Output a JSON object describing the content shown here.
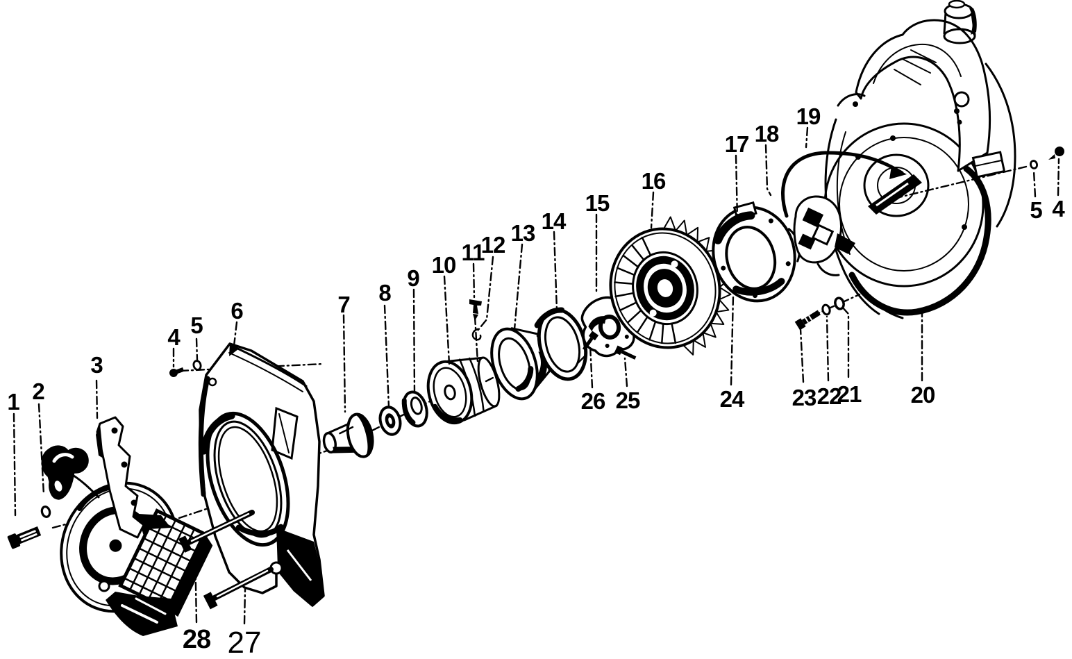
{
  "palette": {
    "paper": "#ffffff",
    "ink": "#000000"
  },
  "diagram": {
    "kind": "exploded-parts-diagram",
    "callouts": [
      {
        "id": "callout-1",
        "number": "1"
      },
      {
        "id": "callout-2",
        "number": "2"
      },
      {
        "id": "callout-3",
        "number": "3"
      },
      {
        "id": "callout-4-left",
        "number": "4"
      },
      {
        "id": "callout-5-left",
        "number": "5"
      },
      {
        "id": "callout-6",
        "number": "6"
      },
      {
        "id": "callout-7",
        "number": "7"
      },
      {
        "id": "callout-8",
        "number": "8"
      },
      {
        "id": "callout-9",
        "number": "9"
      },
      {
        "id": "callout-10",
        "number": "10"
      },
      {
        "id": "callout-11",
        "number": "11"
      },
      {
        "id": "callout-12",
        "number": "12"
      },
      {
        "id": "callout-13",
        "number": "13"
      },
      {
        "id": "callout-14",
        "number": "14"
      },
      {
        "id": "callout-15",
        "number": "15"
      },
      {
        "id": "callout-16",
        "number": "16"
      },
      {
        "id": "callout-17",
        "number": "17"
      },
      {
        "id": "callout-18",
        "number": "18"
      },
      {
        "id": "callout-19",
        "number": "19"
      },
      {
        "id": "callout-5-right",
        "number": "5"
      },
      {
        "id": "callout-4-right",
        "number": "4"
      },
      {
        "id": "callout-26",
        "number": "26"
      },
      {
        "id": "callout-25",
        "number": "25"
      },
      {
        "id": "callout-24",
        "number": "24"
      },
      {
        "id": "callout-23",
        "number": "23"
      },
      {
        "id": "callout-22",
        "number": "22"
      },
      {
        "id": "callout-21",
        "number": "21"
      },
      {
        "id": "callout-20",
        "number": "20"
      },
      {
        "id": "callout-28",
        "number": "28"
      },
      {
        "id": "callout-27",
        "number": "27"
      }
    ]
  }
}
